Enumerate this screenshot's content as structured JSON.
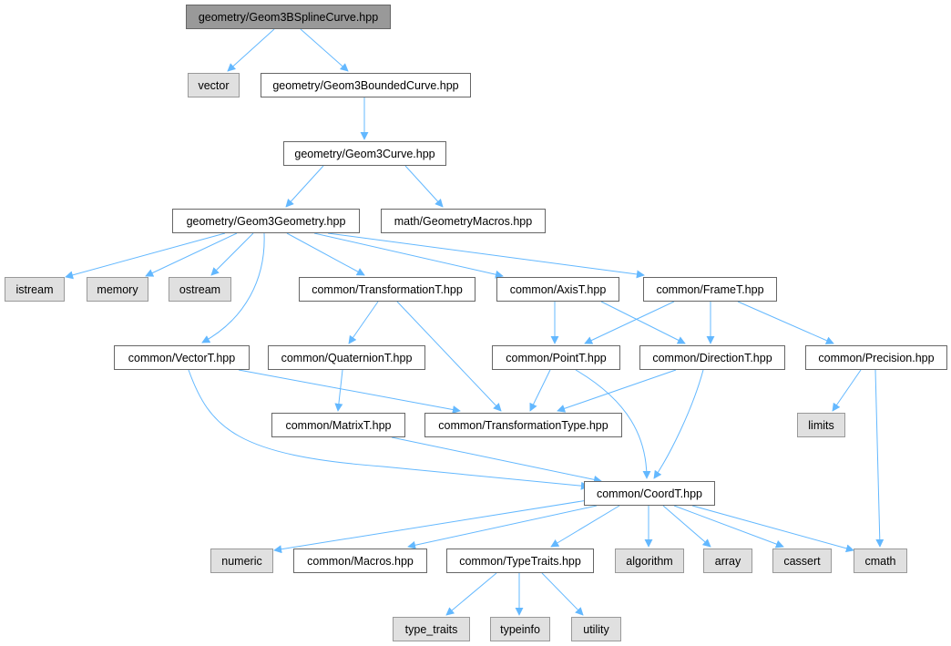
{
  "diagram": {
    "colors": {
      "edge": "#63b8ff",
      "root_fill": "#999999",
      "root_border": "#666666",
      "file_fill": "#ffffff",
      "file_border": "#666666",
      "system_fill": "#e0e0e0",
      "system_border": "#999999"
    },
    "nodes": [
      {
        "id": "root",
        "label": "geometry/Geom3BSplineCurve.hpp",
        "kind": "root"
      },
      {
        "id": "vector",
        "label": "vector",
        "kind": "system"
      },
      {
        "id": "bounded",
        "label": "geometry/Geom3BoundedCurve.hpp",
        "kind": "file"
      },
      {
        "id": "curve",
        "label": "geometry/Geom3Curve.hpp",
        "kind": "file"
      },
      {
        "id": "geometry",
        "label": "geometry/Geom3Geometry.hpp",
        "kind": "file"
      },
      {
        "id": "gmacros",
        "label": "math/GeometryMacros.hpp",
        "kind": "file"
      },
      {
        "id": "istream",
        "label": "istream",
        "kind": "system"
      },
      {
        "id": "memory",
        "label": "memory",
        "kind": "system"
      },
      {
        "id": "ostream",
        "label": "ostream",
        "kind": "system"
      },
      {
        "id": "transf",
        "label": "common/TransformationT.hpp",
        "kind": "file"
      },
      {
        "id": "axis",
        "label": "common/AxisT.hpp",
        "kind": "file"
      },
      {
        "id": "frame",
        "label": "common/FrameT.hpp",
        "kind": "file"
      },
      {
        "id": "vectort",
        "label": "common/VectorT.hpp",
        "kind": "file"
      },
      {
        "id": "quat",
        "label": "common/QuaternionT.hpp",
        "kind": "file"
      },
      {
        "id": "point",
        "label": "common/PointT.hpp",
        "kind": "file"
      },
      {
        "id": "direction",
        "label": "common/DirectionT.hpp",
        "kind": "file"
      },
      {
        "id": "precision",
        "label": "common/Precision.hpp",
        "kind": "file"
      },
      {
        "id": "matrix",
        "label": "common/MatrixT.hpp",
        "kind": "file"
      },
      {
        "id": "ttype",
        "label": "common/TransformationType.hpp",
        "kind": "file"
      },
      {
        "id": "limits",
        "label": "limits",
        "kind": "system"
      },
      {
        "id": "coord",
        "label": "common/CoordT.hpp",
        "kind": "file"
      },
      {
        "id": "numeric",
        "label": "numeric",
        "kind": "system"
      },
      {
        "id": "macros",
        "label": "common/Macros.hpp",
        "kind": "file"
      },
      {
        "id": "typetraits",
        "label": "common/TypeTraits.hpp",
        "kind": "file"
      },
      {
        "id": "algorithm",
        "label": "algorithm",
        "kind": "system"
      },
      {
        "id": "array",
        "label": "array",
        "kind": "system"
      },
      {
        "id": "cassert",
        "label": "cassert",
        "kind": "system"
      },
      {
        "id": "cmath",
        "label": "cmath",
        "kind": "system"
      },
      {
        "id": "type_traits",
        "label": "type_traits",
        "kind": "system"
      },
      {
        "id": "typeinfo",
        "label": "typeinfo",
        "kind": "system"
      },
      {
        "id": "utility",
        "label": "utility",
        "kind": "system"
      }
    ],
    "edges": [
      {
        "from": "root",
        "to": "vector"
      },
      {
        "from": "root",
        "to": "bounded"
      },
      {
        "from": "bounded",
        "to": "curve"
      },
      {
        "from": "curve",
        "to": "geometry"
      },
      {
        "from": "curve",
        "to": "gmacros"
      },
      {
        "from": "geometry",
        "to": "istream"
      },
      {
        "from": "geometry",
        "to": "memory"
      },
      {
        "from": "geometry",
        "to": "ostream"
      },
      {
        "from": "geometry",
        "to": "vectort"
      },
      {
        "from": "geometry",
        "to": "transf"
      },
      {
        "from": "geometry",
        "to": "axis"
      },
      {
        "from": "geometry",
        "to": "frame"
      },
      {
        "from": "transf",
        "to": "quat"
      },
      {
        "from": "transf",
        "to": "ttype"
      },
      {
        "from": "axis",
        "to": "point"
      },
      {
        "from": "axis",
        "to": "direction"
      },
      {
        "from": "frame",
        "to": "point"
      },
      {
        "from": "frame",
        "to": "direction"
      },
      {
        "from": "frame",
        "to": "precision"
      },
      {
        "from": "vectort",
        "to": "ttype"
      },
      {
        "from": "vectort",
        "to": "coord"
      },
      {
        "from": "quat",
        "to": "matrix"
      },
      {
        "from": "matrix",
        "to": "coord"
      },
      {
        "from": "point",
        "to": "ttype"
      },
      {
        "from": "point",
        "to": "coord"
      },
      {
        "from": "direction",
        "to": "ttype"
      },
      {
        "from": "direction",
        "to": "coord"
      },
      {
        "from": "precision",
        "to": "limits"
      },
      {
        "from": "precision",
        "to": "cmath"
      },
      {
        "from": "coord",
        "to": "numeric"
      },
      {
        "from": "coord",
        "to": "macros"
      },
      {
        "from": "coord",
        "to": "typetraits"
      },
      {
        "from": "coord",
        "to": "algorithm"
      },
      {
        "from": "coord",
        "to": "array"
      },
      {
        "from": "coord",
        "to": "cassert"
      },
      {
        "from": "coord",
        "to": "cmath"
      },
      {
        "from": "typetraits",
        "to": "type_traits"
      },
      {
        "from": "typetraits",
        "to": "typeinfo"
      },
      {
        "from": "typetraits",
        "to": "utility"
      }
    ]
  }
}
